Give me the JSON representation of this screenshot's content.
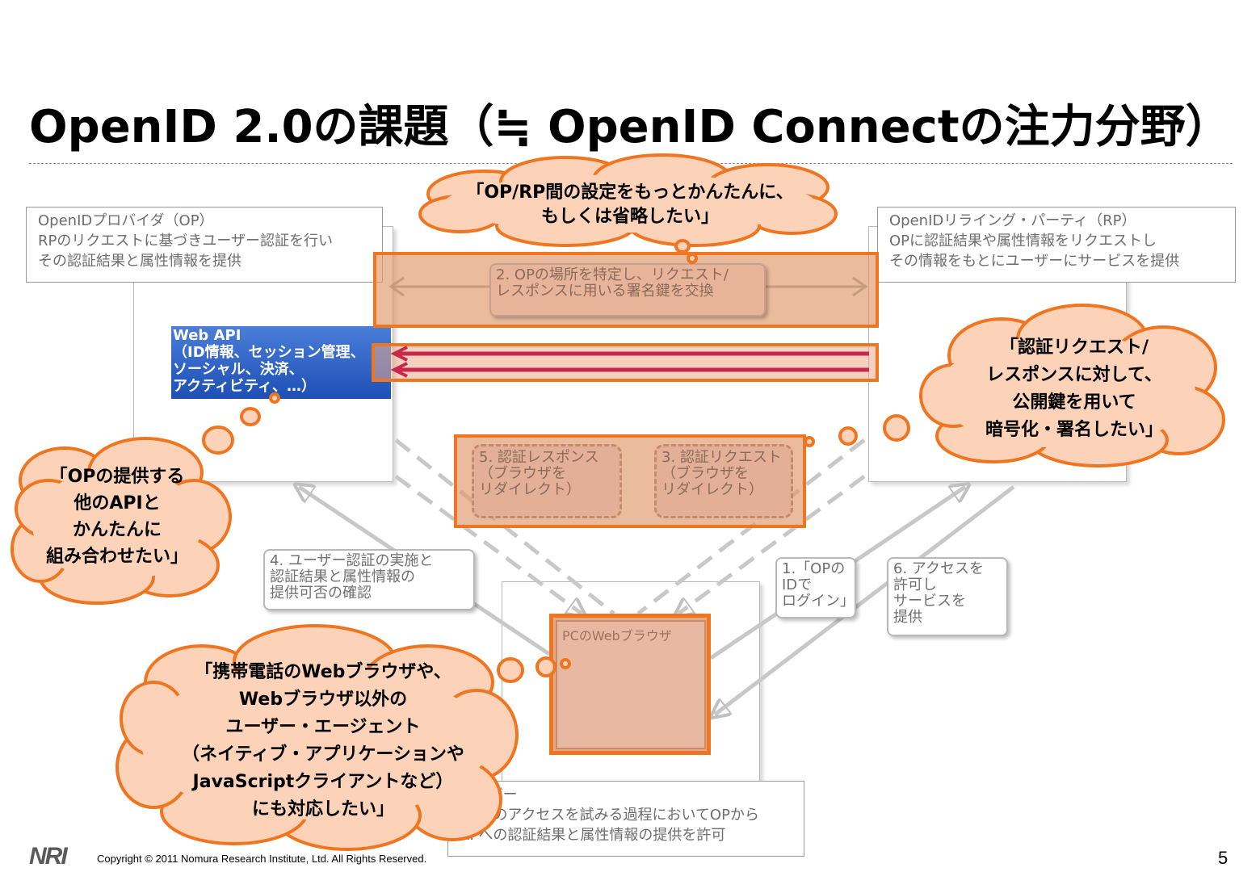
{
  "title": "OpenID 2.0の課題（≒ OpenID Connectの注力分野）",
  "op_box": {
    "lines": [
      "OpenIDプロバイダ（OP）",
      "RPのリクエストに基づきユーザー認証を行い",
      "その認証結果と属性情報を提供"
    ]
  },
  "rp_box": {
    "lines": [
      "OpenIDリライング・パーティ（RP）",
      "OPに認証結果や属性情報をリクエストし",
      "その情報をもとにユーザーにサービスを提供"
    ]
  },
  "user_box": {
    "lines": [
      "ユーザー",
      "RPへのアクセスを試みる過程においてOPから",
      "RPへの認証結果と属性情報の提供を許可"
    ]
  },
  "web_api": {
    "lines": [
      "Web API",
      "（ID情報、セッション管理、",
      "ソーシャル、決済、",
      "アクティビティ、…）"
    ]
  },
  "steps": {
    "step2": [
      "2. OPの場所を特定し、リクエスト/",
      "レスポンスに用いる署名鍵を交換"
    ],
    "step5": [
      "5. 認証レスポンス",
      "（ブラウザを",
      "リダイレクト）"
    ],
    "step3": [
      "3. 認証リクエスト",
      "（ブラウザを",
      "リダイレクト）"
    ],
    "step4": [
      "4. ユーザー認証の実施と",
      "認証結果と属性情報の",
      "提供可否の確認"
    ],
    "step1": [
      "1.「OPの",
      "IDで",
      "ログイン」"
    ],
    "step6": [
      "6. アクセスを",
      "許可し",
      "サービスを",
      "提供"
    ]
  },
  "pc_browser": "PCのWebブラウザ",
  "clouds": {
    "top": [
      "「OP/RP間の設定をもっとかんたんに、",
      "もしくは省略したい」"
    ],
    "right": [
      "「認証リクエスト/",
      "レスポンスに対して、",
      "公開鍵を用いて",
      "暗号化・署名したい」"
    ],
    "left": [
      "「OPの提供する",
      "他のAPIと",
      "かんたんに",
      "組み合わせたい」"
    ],
    "bottom": [
      "「携帯電話のWebブラウザや、",
      "Webブラウザ以外の",
      "ユーザー・エージェント",
      "（ネイティブ・アプリケーションや",
      "JavaScriptクライアントなど）",
      "にも対応したい」"
    ]
  },
  "footer": {
    "logo": "NRI",
    "copyright": "Copyright © 2011 Nomura Research Institute, Ltd. All Rights Reserved.",
    "page": "5"
  },
  "colors": {
    "accent_orange": "#f07520",
    "cloud_fill": "#fcd3b8",
    "web_api_blue": "#2a5cc0",
    "arrow_red": "#c8284a",
    "connector_gray": "#c0c0c0"
  }
}
